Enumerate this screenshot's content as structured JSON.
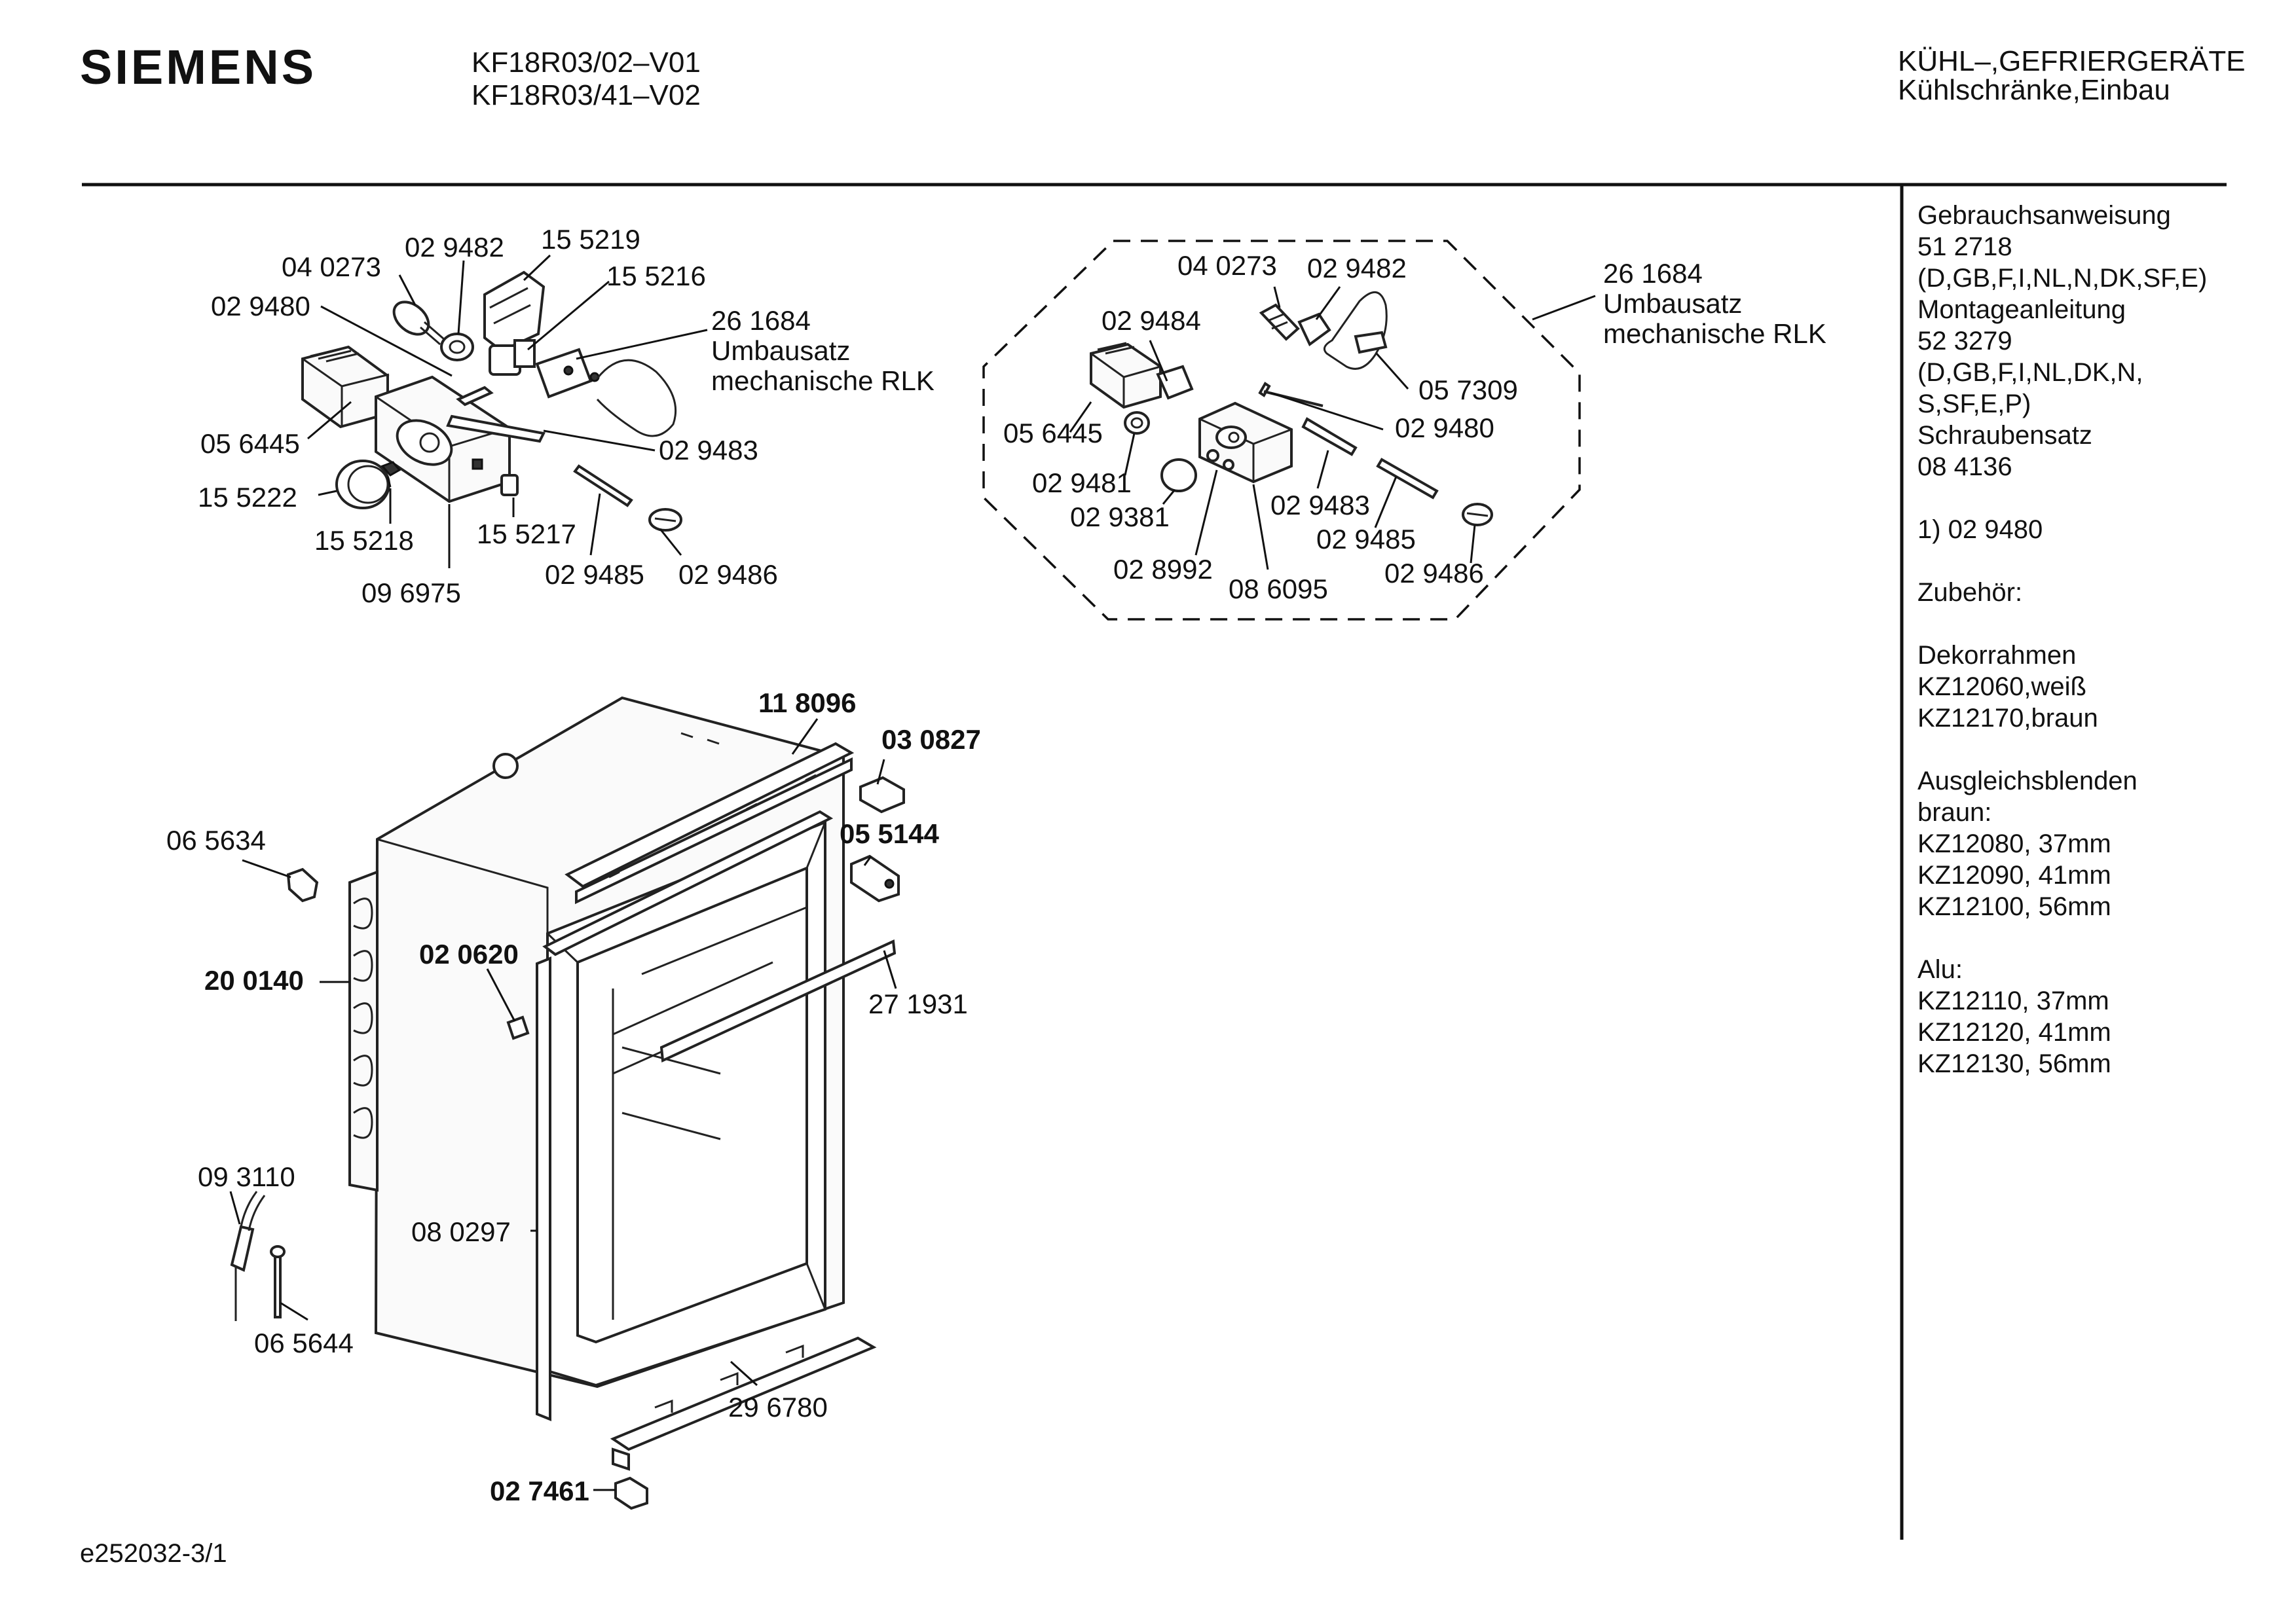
{
  "header": {
    "brand": "SIEMENS",
    "models": [
      "KF18R03/02–V01",
      "KF18R03/41–V02"
    ],
    "category": "KÜHL–,GEFRIERGERÄTE",
    "subcategory": "Kühlschränke,Einbau"
  },
  "sidebar": {
    "lines": [
      "Gebrauchsanweisung",
      "51 2718",
      "(D,GB,F,I,NL,N,DK,SF,E)",
      "Montageanleitung",
      "52 3279",
      "(D,GB,F,I,NL,DK,N,",
      "S,SF,E,P)",
      "Schraubensatz",
      "08 4136",
      "",
      "1)  02 9480",
      "",
      "Zubehör:",
      "",
      "Dekorrahmen",
      "KZ12060,weiß",
      "KZ12170,braun",
      "",
      "Ausgleichsblenden",
      "braun:",
      "KZ12080, 37mm",
      "KZ12090, 41mm",
      "KZ12100, 56mm",
      "",
      "Alu:",
      "KZ12110, 37mm",
      "KZ12120, 41mm",
      "KZ12130, 56mm"
    ]
  },
  "diagram_left": {
    "p_040273": "04 0273",
    "p_029482": "02 9482",
    "p_155219": "15 5219",
    "p_155216": "15 5216",
    "p_029480": "02 9480",
    "p_261684": "26 1684",
    "umbausatz": "Umbausatz",
    "mech_rlk": "mechanische RLK",
    "p_056445": "05 6445",
    "p_029483": "02 9483",
    "p_155222": "15 5222",
    "p_155218": "15 5218",
    "p_155217": "15 5217",
    "p_096975": "09 6975",
    "p_029485": "02 9485",
    "p_029486": "02 9486"
  },
  "diagram_kit": {
    "p_261684": "26 1684",
    "umbausatz": "Umbausatz",
    "mech_rlk": "mechanische RLK",
    "p_040273": "04 0273",
    "p_029482": "02 9482",
    "p_029484": "02 9484",
    "p_057309": "05 7309",
    "p_056445": "05 6445",
    "p_029480": "02 9480",
    "p_029481": "02 9481",
    "p_029381": "02 9381",
    "p_029483": "02 9483",
    "p_029485": "02 9485",
    "p_028992": "02 8992",
    "p_086095": "08 6095",
    "p_029486": "02 9486"
  },
  "diagram_main": {
    "p_118096": "11 8096",
    "p_030827": "03 0827",
    "p_065634": "06 5634",
    "p_055144": "05 5144",
    "p_020620": "02 0620",
    "p_200140": "20 0140",
    "p_271931": "27 1931",
    "p_093110": "09 3110",
    "p_080297": "08 0297",
    "p_065644": "06 5644",
    "p_296780": "29 6780",
    "p_027461": "02 7461"
  },
  "footer": {
    "code": "e252032-3/1"
  }
}
